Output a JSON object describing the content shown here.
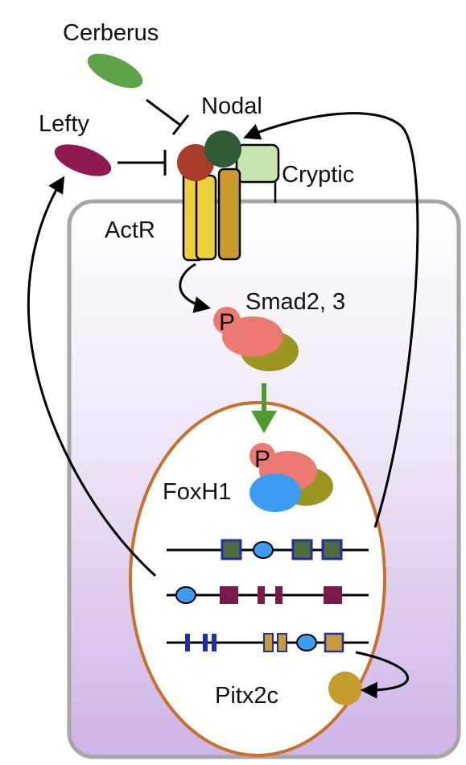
{
  "labels": {
    "cerberus": "Cerberus",
    "nodal": "Nodal",
    "lefty": "Lefty",
    "cryptic": "Cryptic",
    "actr": "ActR",
    "smad": "Smad2, 3",
    "phospho_smad": "P",
    "phospho_nuclear": "P",
    "foxh1": "FoxH1",
    "pitx2c": "Pitx2c"
  },
  "colors": {
    "cerberus": "#5ea34a",
    "lefty": "#8e1a4e",
    "nodal_red": "#a83b2a",
    "nodal_green": "#2f5a36",
    "cryptic": "#c8e6ad",
    "actr_yellow": "#efd13a",
    "actr_gold": "#c9992c",
    "smad_pink": "#ec7a72",
    "smad_olive": "#99951f",
    "foxh1_blue": "#3d9bf2",
    "cell_border": "#a6a6a6",
    "nucleus_border": "#c8702f",
    "green_arrow": "#4e9a2c",
    "gene_blue": "#1f2fa6",
    "gene_green": "#4d6b3c",
    "gene_maroon": "#7a1a48",
    "gene_gold": "#c79a3a",
    "pitx2c": "#c59d2c"
  }
}
